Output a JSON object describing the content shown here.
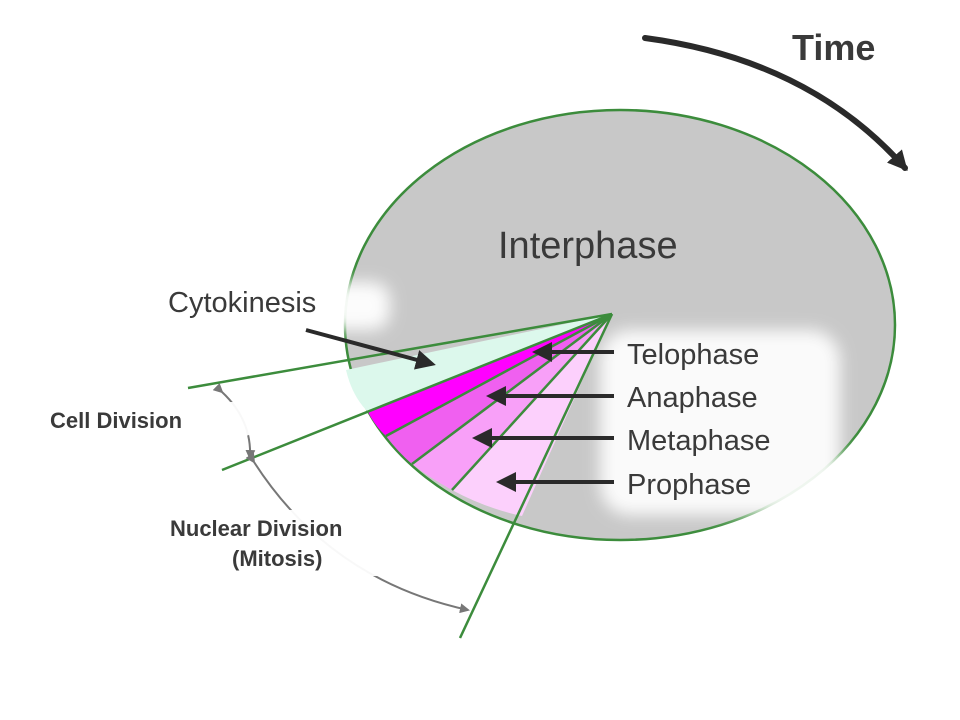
{
  "title": "Time",
  "center_label": "Interphase",
  "phases": {
    "cytokinesis": "Cytokinesis",
    "telophase": "Telophase",
    "anaphase": "Anaphase",
    "metaphase": "Metaphase",
    "prophase": "Prophase"
  },
  "brackets": {
    "cell_division": "Cell Division",
    "nuclear_division_line1": "Nuclear Division",
    "nuclear_division_line2": "(Mitosis)"
  },
  "colors": {
    "interphase": "#c8c8c8",
    "outline": "#3c8c3c",
    "cytokinesis": "#dcf8ec",
    "telophase": "#ff00ff",
    "anaphase": "#f060f0",
    "metaphase": "#f8a0f8",
    "prophase": "#fcd0fc",
    "arrow": "#2a2a2a"
  }
}
